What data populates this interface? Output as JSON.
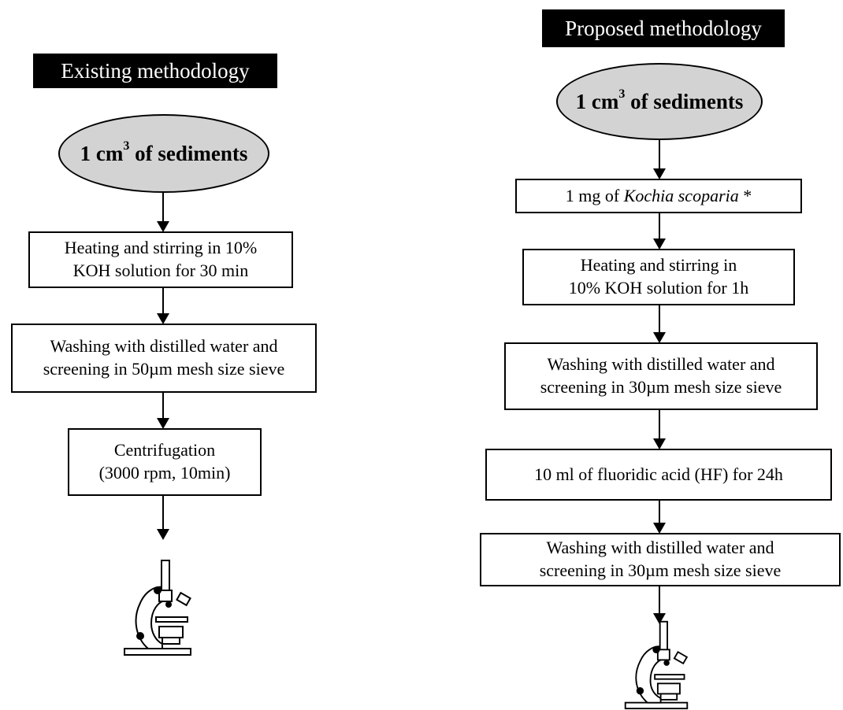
{
  "existing": {
    "header": "Existing methodology",
    "start_pre": "1 cm",
    "start_sup": "3",
    "start_post": " of sediments",
    "steps": [
      {
        "line1": "Heating and stirring in 10%",
        "line2": "KOH solution for 30 min"
      },
      {
        "line1": "Washing with distilled water and",
        "line2": "screening in 50µm mesh size sieve"
      },
      {
        "line1": "Centrifugation",
        "line2": "(3000 rpm, 10min)"
      }
    ],
    "end_icon": "microscope-icon"
  },
  "proposed": {
    "header": "Proposed methodology",
    "start_pre": "1 cm",
    "start_sup": "3",
    "start_post": " of sediments",
    "additive_pre": "1 mg of ",
    "additive_italic": "Kochia scoparia",
    "additive_post": " *",
    "steps": [
      {
        "line1": "Heating and stirring in",
        "line2": "10% KOH solution for 1h"
      },
      {
        "line1": "Washing with distilled water and",
        "line2": "screening in 30µm mesh size sieve"
      },
      {
        "line1": "10 ml of fluoridic acid (HF) for 24h"
      },
      {
        "line1": "Washing with distilled water and",
        "line2": "screening in 30µm mesh size sieve"
      }
    ],
    "end_icon": "microscope-icon"
  },
  "colors": {
    "start_fill": "#d3d3d3",
    "header_fill": "#000000",
    "header_text": "#ffffff"
  }
}
